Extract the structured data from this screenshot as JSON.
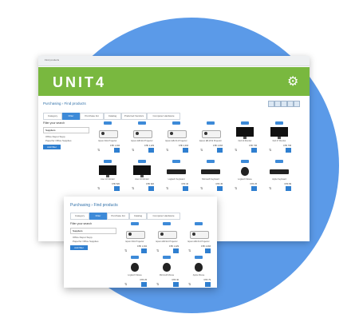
{
  "app": {
    "logo": "UNIT4",
    "browser_tab": "Find products"
  },
  "breadcrumb": "Purchasing › Find products",
  "filters": [
    {
      "label": "Category",
      "active": false
    },
    {
      "label": "Filter",
      "active": true
    },
    {
      "label": "Purchase list",
      "active": false
    },
    {
      "label": "Catalog",
      "active": false
    },
    {
      "label": "Preferred Vendors",
      "active": false
    },
    {
      "label": "Computer Hardware",
      "active": false
    }
  ],
  "left": {
    "title": "Filter your search",
    "select": "Suppliers",
    "options": [
      "Office Depot Supp.",
      "Paperfor Office Supplies"
    ],
    "apply": "Add filter"
  },
  "products": [
    {
      "img": "proj",
      "desc": "Epson Mini Projector",
      "price": "CHF 1,034"
    },
    {
      "img": "proj",
      "desc": "Epson EB-S12 Projector",
      "price": "CHF 1,229"
    },
    {
      "img": "proj",
      "desc": "Epson EB-X14 Projector",
      "price": "CHF 2,463"
    },
    {
      "img": "proj",
      "desc": "Epson EB-W12 Projector",
      "price": "CHF 2,463"
    },
    {
      "img": "mon",
      "desc": "Dell 24 Monitor",
      "price": "CHF 736"
    },
    {
      "img": "mon",
      "desc": "Dell 27 Monitor",
      "price": "CHF 736"
    },
    {
      "img": "mon",
      "desc": "Acer 22 Monitor",
      "price": "CHF 520"
    },
    {
      "img": "mon",
      "desc": "Acer 24 Monitor",
      "price": "CHF 620"
    },
    {
      "img": "kbd",
      "desc": "Logitech Keyboard",
      "price": "CHF 40"
    },
    {
      "img": "kbd",
      "desc": "Microsoft Keyboard",
      "price": "CHF 45"
    },
    {
      "img": "mouse",
      "desc": "Logitech Mouse",
      "price": "CHF 25"
    },
    {
      "img": "kbd",
      "desc": "Apple Keyboard",
      "price": "CHF 89"
    }
  ],
  "popup": {
    "breadcrumb": "Purchasing › Find products",
    "filters": [
      "Category",
      "Filter",
      "Purchase list",
      "Catalog",
      "Computer Hardware"
    ],
    "left": {
      "title": "Filter your search",
      "select": "Suppliers",
      "options": [
        "Office Depot Supp.",
        "Paperfor Office Supplies"
      ],
      "apply": "Add filter"
    },
    "products": [
      {
        "img": "proj",
        "desc": "Epson Mini Projector",
        "price": "CHF 1,034"
      },
      {
        "img": "proj",
        "desc": "Epson EB-S12 Projector",
        "price": "CHF 1,229"
      },
      {
        "img": "proj",
        "desc": "Epson EB-X14 Projector",
        "price": "CHF 2,463"
      },
      {
        "img": "mouse",
        "desc": "Logitech Mouse",
        "price": "CHF 25"
      },
      {
        "img": "mouse",
        "desc": "Microsoft Mouse",
        "price": "CHF 30"
      },
      {
        "img": "mouse",
        "desc": "Apple Mouse",
        "price": "CHF 79"
      }
    ]
  },
  "colors": {
    "header": "#79b83f",
    "accent": "#3d8ad8",
    "circle": "#5b9ae8"
  }
}
